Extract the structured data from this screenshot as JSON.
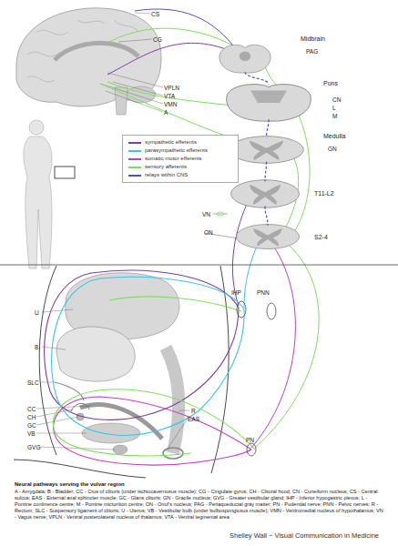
{
  "diagram": {
    "title": "Neural pathways serving the vulvar region",
    "caption": "A - Amygdala; B - Bladder; CC - Crus of clitoris (under ischiocavernosus muscle); CG - Cingulate gyrus; CH - Clitoral hood; CN - Cuneiform nucleus; CS - Central sulcus; EAS - External anal sphincter muscle; GC - Glans clitoris; GN - Gracile nucleus; GVG - Greater vestibular gland; IHP - Inferior hypogastric plexus; L - Pontine continence centre; M - Pontine micturition centre; ON - Onuf's nucleus; PAG - Periaqueductal gray matter; PN - Pudendal nerve; PNN - Pelvic nerves; R - Rectum; SLC - Suspensory ligament of clitoris; U - Uterus; VB - Vestibular bulb (under bulbospongiosus muscle); VMN - Ventromedial nucleus of hypothalamus; VN - Vagus nerve; VPLN - Ventral posterolateral nucleus of thalamus; VTA - Ventral tegmental area",
    "nodes": [
      {
        "text": [
          "Midbrain",
          "PAG"
        ]
      },
      {
        "text": [
          "Pons",
          "CN",
          "L",
          "M"
        ]
      },
      {
        "text": [
          "Medulla",
          "GN"
        ]
      },
      {
        "text": [
          "T11-L2"
        ]
      },
      {
        "text": [
          "S2-4"
        ]
      }
    ],
    "edges": [
      {
        "from": 0,
        "to": 1,
        "arrow": "none"
      },
      {
        "from": 1,
        "to": 2,
        "arrow": "none"
      },
      {
        "from": 2,
        "to": 3,
        "arrow": "none"
      },
      {
        "from": 3,
        "to": 4,
        "arrow": "none"
      }
    ],
    "labels": [
      "CS",
      "CG",
      "VPLN",
      "VTA",
      "VMN",
      "A",
      "VN",
      "ON",
      "U",
      "B",
      "SLC",
      "CC",
      "CH",
      "GC",
      "VB",
      "GVG",
      "R",
      "EAS",
      "IHP",
      "PNN",
      "PN",
      "Shelley Wall ~ Visual Communication in Medicine"
    ],
    "legend": [
      {
        "text": "sympathetic efferents",
        "color": "#7b3fa0"
      },
      {
        "text": "parasympathetic efferents",
        "color": "#3bc4e8"
      },
      {
        "text": "somatic motor efferents",
        "color": "#c03fbf"
      },
      {
        "text": "sensory afferents",
        "color": "#7ee05a"
      },
      {
        "text": "relays within CNS",
        "color": "#5050c8"
      }
    ]
  }
}
